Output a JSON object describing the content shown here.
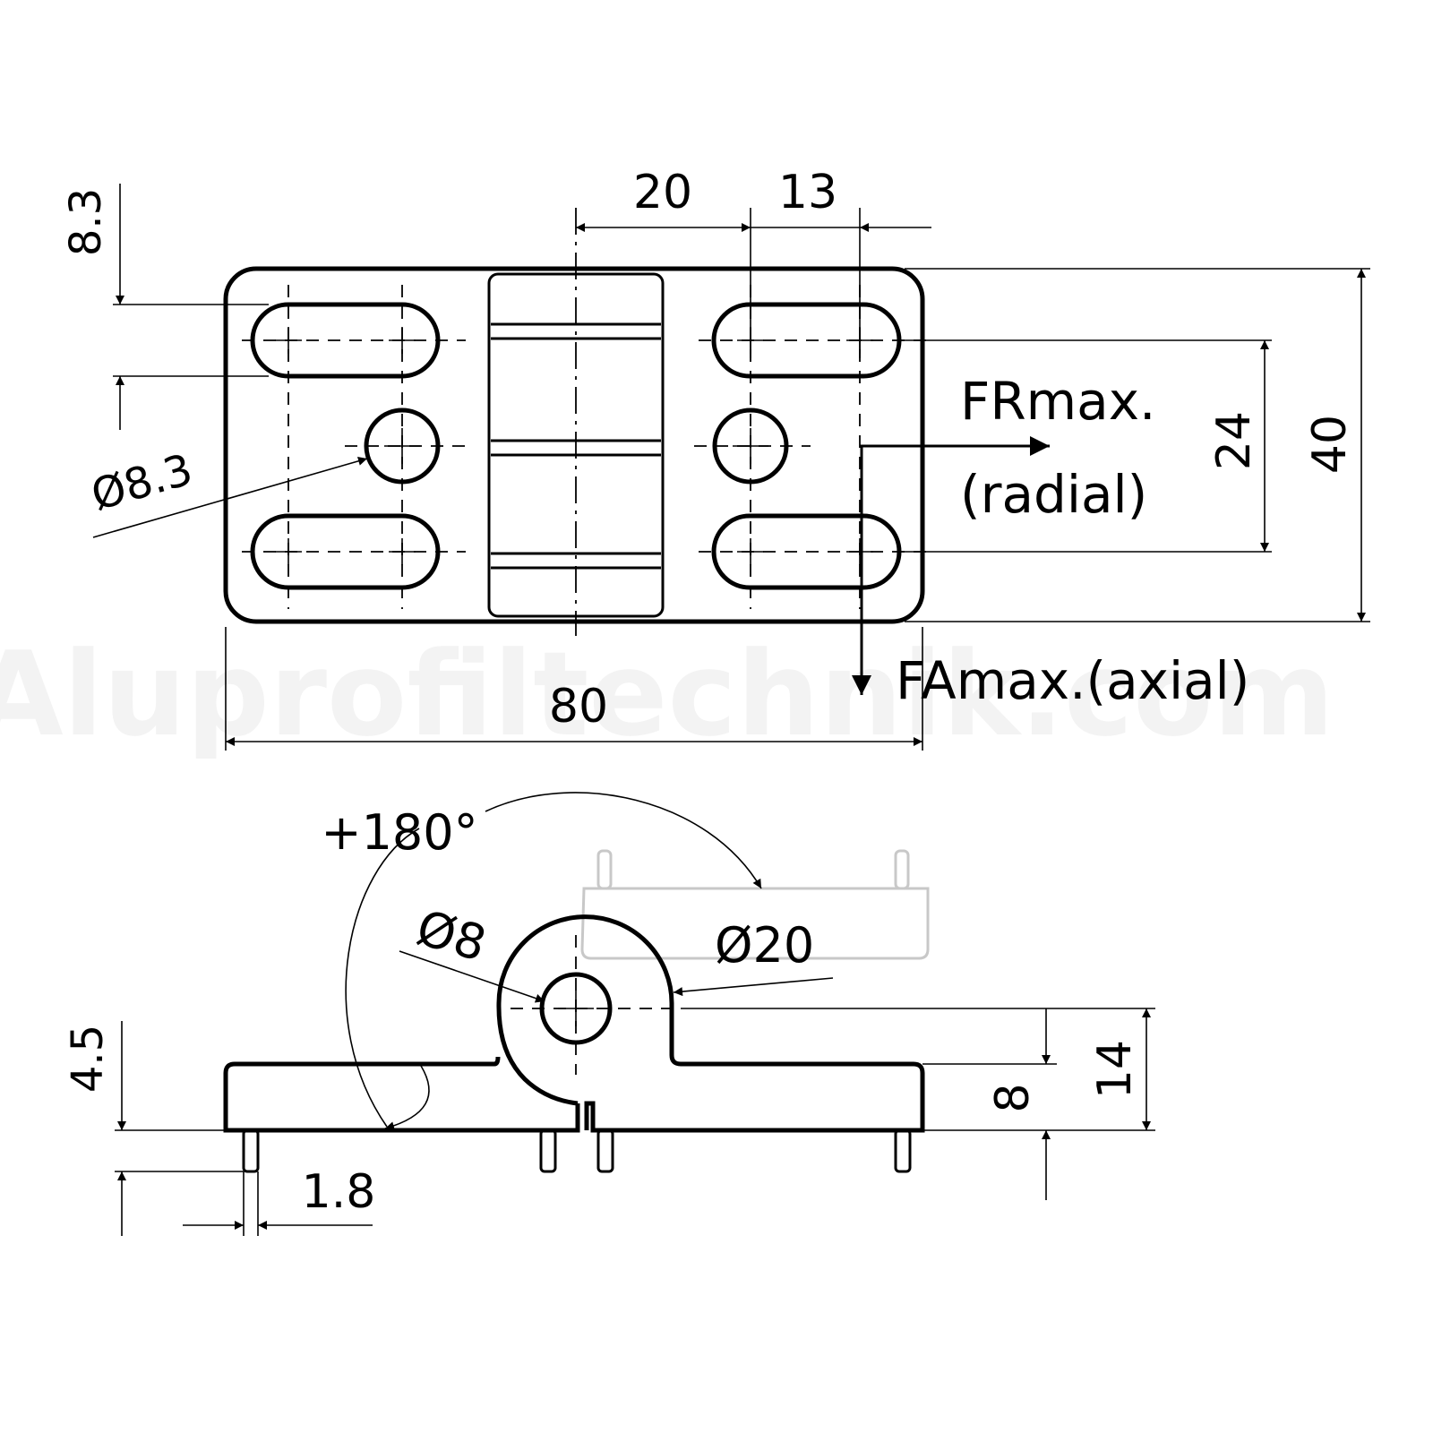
{
  "diagram": {
    "watermark": "Aluprofiltechnik.com",
    "dimensions": {
      "slot_spacing_vertical": "8.3",
      "hole_diameter": "Ø8.3",
      "width_20": "20",
      "width_13": "13",
      "hole_pitch_24": "24",
      "height_40": "40",
      "length_80": "80",
      "rotation": "+180°",
      "pin_diameter": "Ø8",
      "knuckle_diameter": "Ø20",
      "base_thickness": "4.5",
      "pin_height_8": "8",
      "axis_height_14": "14",
      "pin_width": "1.8"
    },
    "forces": {
      "radial_line1": "FRmax.",
      "radial_line2": "(radial)",
      "axial": "FAmax.(axial)"
    }
  }
}
